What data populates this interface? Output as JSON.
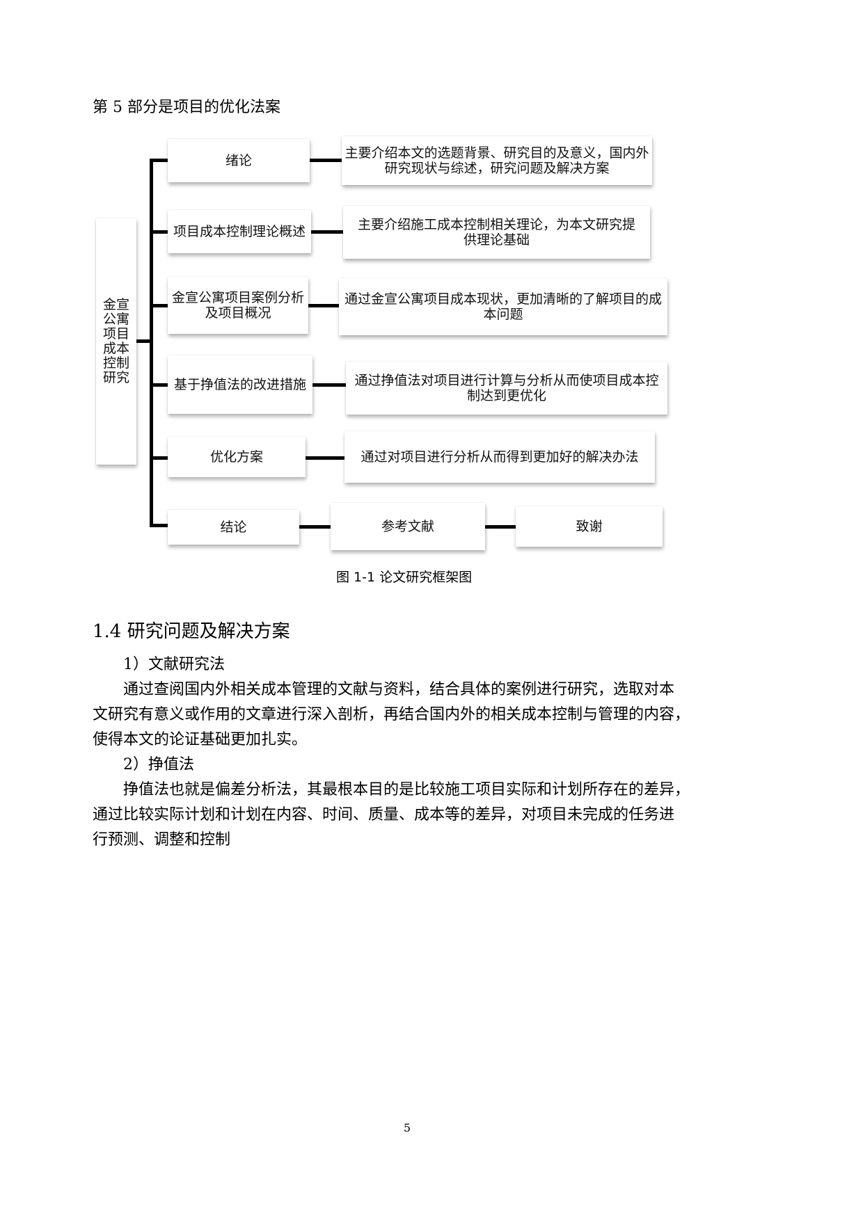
{
  "intro_line": "第 5 部分是项目的优化法案",
  "diagram": {
    "root": "金宣公寓项目成本控制研究",
    "branches": [
      {
        "label": "绪论",
        "description": "主要介绍本文的选题背景、研究目的及意义，国内外研究现状与综述，研究问题及解决方案"
      },
      {
        "label": "项目成本控制理论概述",
        "description": "主要介绍施工成本控制相关理论，为本文研究提供理论基础"
      },
      {
        "label": "金宣公寓项目案例分析及项目概况",
        "description": "通过金宣公寓项目成本现状，更加清晰的了解项目的成本问题"
      },
      {
        "label": "基于挣值法的改进措施",
        "description": "通过挣值法对项目进行计算与分析从而使项目成本控制达到更优化"
      },
      {
        "label": "优化方案",
        "description": "通过对项目进行分析从而得到更加好的解决办法"
      }
    ],
    "final_row": [
      "结论",
      "参考文献",
      "致谢"
    ]
  },
  "figure_caption": "图 1-1    论文研究框架图",
  "section": {
    "heading": "1.4  研究问题及解决方案",
    "items": [
      {
        "title": "1）文献研究法",
        "lines": [
          "通过查阅国内外相关成本管理的文献与资料，结合具体的案例进行研究，选取对本",
          "文研究有意义或作用的文章进行深入剖析，再结合国内外的相关成本控制与管理的内容，",
          "使得本文的论证基础更加扎实。"
        ]
      },
      {
        "title": "2）挣值法",
        "lines": [
          "挣值法也就是偏差分析法，其最根本目的是比较施工项目实际和计划所存在的差异，",
          "通过比较实际计划和计划在内容、时间、质量、成本等的差异，对项目未完成的任务进",
          "行预测、调整和控制"
        ]
      }
    ]
  },
  "page_number": "5"
}
